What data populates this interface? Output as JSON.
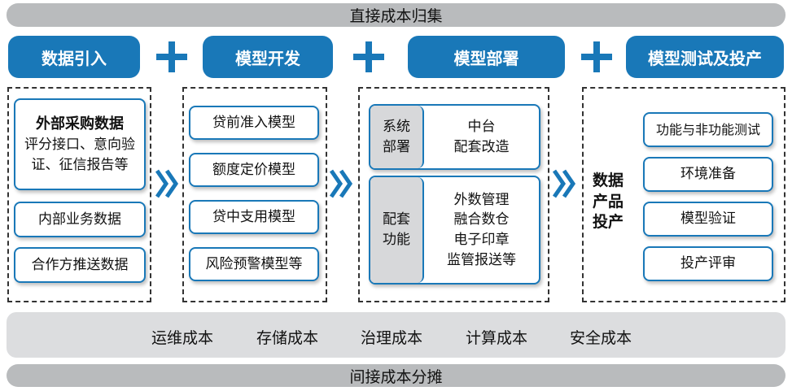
{
  "top_bar": "直接成本归集",
  "bottom_bar": "间接成本分摊",
  "headers": [
    "数据引入",
    "模型开发",
    "模型部署",
    "模型测试及投产"
  ],
  "col1": {
    "box1_title": "外部采购数据",
    "box1_line1": "评分接口、意向验",
    "box1_line2": "证、征信报告等",
    "box2": "内部业务数据",
    "box3": "合作方推送数据"
  },
  "col2": [
    "贷前准入模型",
    "额度定价模型",
    "贷中支用模型",
    "风险预警模型等"
  ],
  "col3": {
    "sys_tag": [
      "系统",
      "部署"
    ],
    "sys_body": [
      "中台",
      "配套改造"
    ],
    "func_tag": [
      "配套",
      "功能"
    ],
    "func_body": [
      "外数管理",
      "融合数仓",
      "电子印章",
      "监管报送等"
    ]
  },
  "col4": {
    "label": [
      "数据",
      "产品",
      "投产"
    ],
    "items": [
      "功能与非功能测试",
      "环境准备",
      "模型验证",
      "投产评审"
    ]
  },
  "costs": [
    "运维成本",
    "存储成本",
    "治理成本",
    "计算成本",
    "安全成本"
  ],
  "colors": {
    "accent": "#1978b8",
    "gray_bar": "#b9bbbd",
    "cost_band": "#dcdddf",
    "tag_fill": "#d7d8da"
  }
}
